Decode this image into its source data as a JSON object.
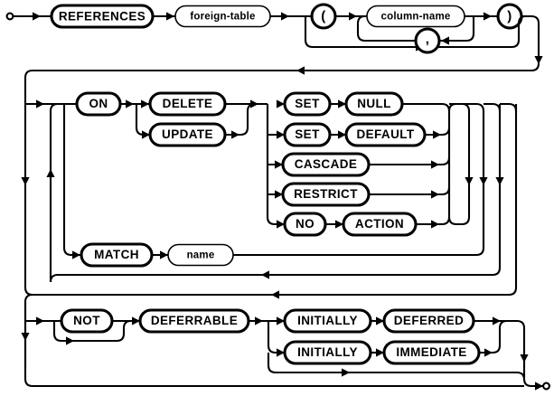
{
  "diagram": {
    "title": "REFERENCES clause railroad syntax diagram",
    "type": "railroad-syntax-diagram",
    "colors": {
      "stroke": "#000000",
      "background": "#ffffff",
      "text": "#000000"
    },
    "start_marker": "start-dot",
    "end_marker": "end-dot",
    "rows": [
      {
        "id": "row-1",
        "nodes": [
          {
            "id": "references",
            "kind": "terminal",
            "label": "REFERENCES"
          },
          {
            "id": "foreign-table",
            "kind": "nonterminal",
            "label": "foreign-table"
          },
          {
            "id": "lparen",
            "kind": "terminal",
            "label": "("
          },
          {
            "id": "column-name",
            "kind": "nonterminal",
            "label": "column-name"
          },
          {
            "id": "comma",
            "kind": "terminal",
            "label": ","
          },
          {
            "id": "rparen",
            "kind": "terminal",
            "label": ")"
          }
        ]
      },
      {
        "id": "row-2",
        "nodes": [
          {
            "id": "on",
            "kind": "terminal",
            "label": "ON"
          },
          {
            "id": "delete",
            "kind": "terminal",
            "label": "DELETE"
          },
          {
            "id": "update",
            "kind": "terminal",
            "label": "UPDATE"
          },
          {
            "id": "set-1",
            "kind": "terminal",
            "label": "SET"
          },
          {
            "id": "null",
            "kind": "terminal",
            "label": "NULL"
          },
          {
            "id": "set-2",
            "kind": "terminal",
            "label": "SET"
          },
          {
            "id": "default",
            "kind": "terminal",
            "label": "DEFAULT"
          },
          {
            "id": "cascade",
            "kind": "terminal",
            "label": "CASCADE"
          },
          {
            "id": "restrict",
            "kind": "terminal",
            "label": "RESTRICT"
          },
          {
            "id": "no",
            "kind": "terminal",
            "label": "NO"
          },
          {
            "id": "action",
            "kind": "terminal",
            "label": "ACTION"
          },
          {
            "id": "match",
            "kind": "terminal",
            "label": "MATCH"
          },
          {
            "id": "name",
            "kind": "nonterminal",
            "label": "name"
          }
        ]
      },
      {
        "id": "row-3",
        "nodes": [
          {
            "id": "not",
            "kind": "terminal",
            "label": "NOT"
          },
          {
            "id": "deferrable",
            "kind": "terminal",
            "label": "DEFERRABLE"
          },
          {
            "id": "initially-1",
            "kind": "terminal",
            "label": "INITIALLY"
          },
          {
            "id": "deferred",
            "kind": "terminal",
            "label": "DEFERRED"
          },
          {
            "id": "initially-2",
            "kind": "terminal",
            "label": "INITIALLY"
          },
          {
            "id": "immediate",
            "kind": "terminal",
            "label": "IMMEDIATE"
          }
        ]
      }
    ],
    "labels": {
      "references": "REFERENCES",
      "foreign_table": "foreign-table",
      "lparen": "(",
      "column_name": "column-name",
      "comma": ",",
      "rparen": ")",
      "on": "ON",
      "delete": "DELETE",
      "update": "UPDATE",
      "set_1": "SET",
      "null": "NULL",
      "set_2": "SET",
      "default": "DEFAULT",
      "cascade": "CASCADE",
      "restrict": "RESTRICT",
      "no": "NO",
      "action": "ACTION",
      "match": "MATCH",
      "name": "name",
      "not": "NOT",
      "deferrable": "DEFERRABLE",
      "initially_1": "INITIALLY",
      "deferred": "DEFERRED",
      "initially_2": "INITIALLY",
      "immediate": "IMMEDIATE"
    }
  }
}
